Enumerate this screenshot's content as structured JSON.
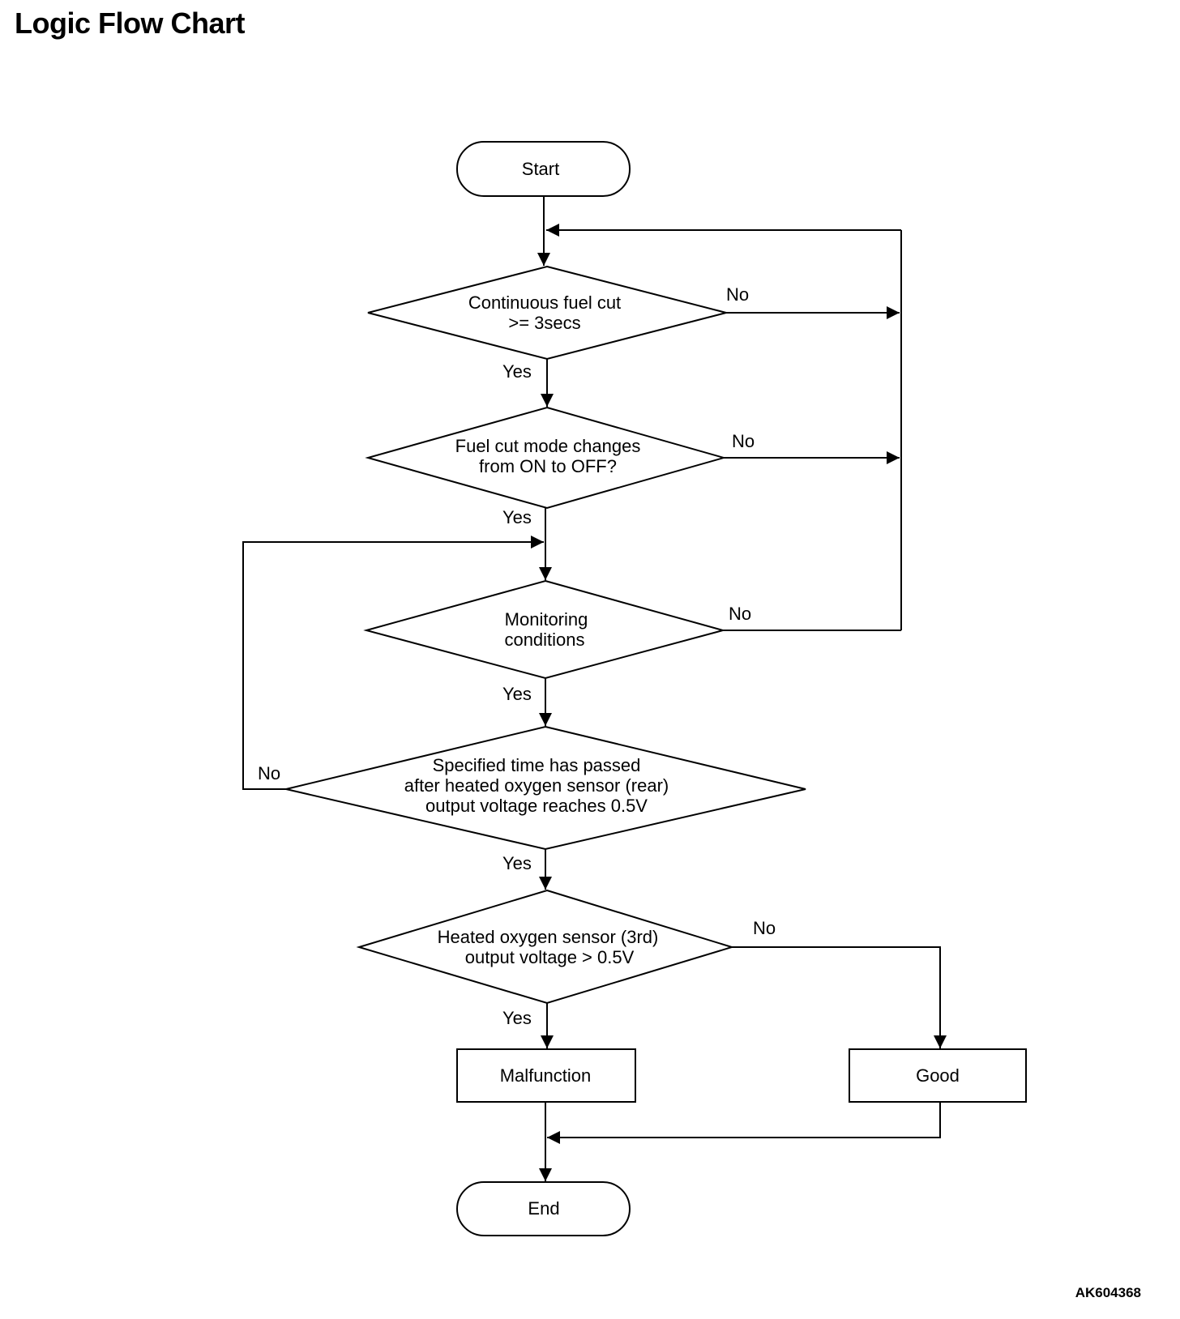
{
  "title": "Logic Flow Chart",
  "figure_id": "AK604368",
  "nodes": {
    "start": "Start",
    "decision1": [
      "Continuous fuel cut",
      ">= 3secs"
    ],
    "decision2": [
      "Fuel cut mode changes",
      "from ON to OFF?"
    ],
    "decision3": [
      "Monitoring",
      "conditions"
    ],
    "decision4": [
      "Specified time has passed",
      "after heated oxygen sensor (rear)",
      "output voltage reaches 0.5V"
    ],
    "decision5": [
      "Heated oxygen sensor (3rd)",
      "output voltage > 0.5V"
    ],
    "malfunction": "Malfunction",
    "good": "Good",
    "end": "End"
  },
  "labels": {
    "yes": "Yes",
    "no": "No"
  }
}
